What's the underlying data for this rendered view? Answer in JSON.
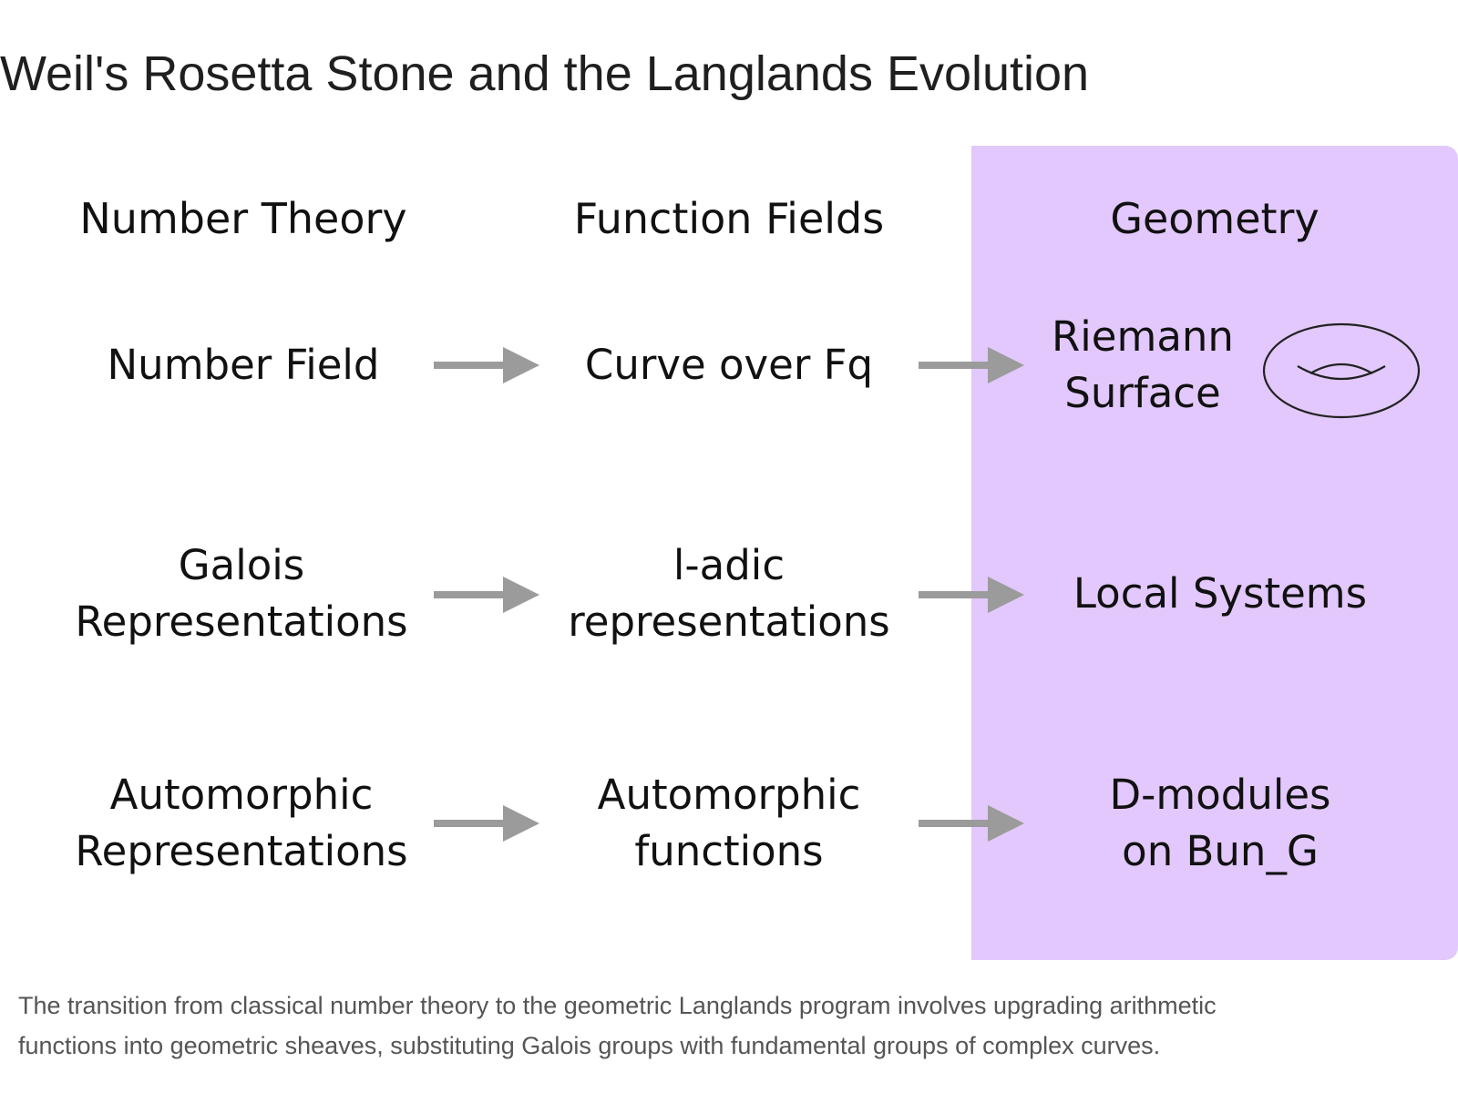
{
  "title": "Weil's Rosetta Stone and the Langlands Evolution",
  "columns": [
    {
      "header": "Number Theory"
    },
    {
      "header": "Function Fields"
    },
    {
      "header": "Geometry"
    }
  ],
  "rows": [
    {
      "number_theory": [
        "Number Field"
      ],
      "function_fields": [
        "Curve over Fq"
      ],
      "geometry": [
        "Riemann",
        "Surface"
      ]
    },
    {
      "number_theory": [
        "Galois",
        "Representations"
      ],
      "function_fields": [
        "l-adic",
        "representations"
      ],
      "geometry": [
        "Local Systems"
      ]
    },
    {
      "number_theory": [
        "Automorphic",
        "Representations"
      ],
      "function_fields": [
        "Automorphic",
        "functions"
      ],
      "geometry": [
        "D-modules",
        "on Bun_G"
      ]
    }
  ],
  "caption": [
    "The transition from classical number theory to the geometric Langlands program involves upgrading arithmetic",
    "functions into geometric sheaves, substituting Galois groups with fundamental groups of complex curves."
  ],
  "colors": {
    "geometry_panel": "#e2c8fc",
    "arrow": "#9b9b9b",
    "caption_text": "#555555"
  },
  "icons": {
    "geometry_row_1": "torus-icon",
    "connector": "arrow-right-icon"
  }
}
